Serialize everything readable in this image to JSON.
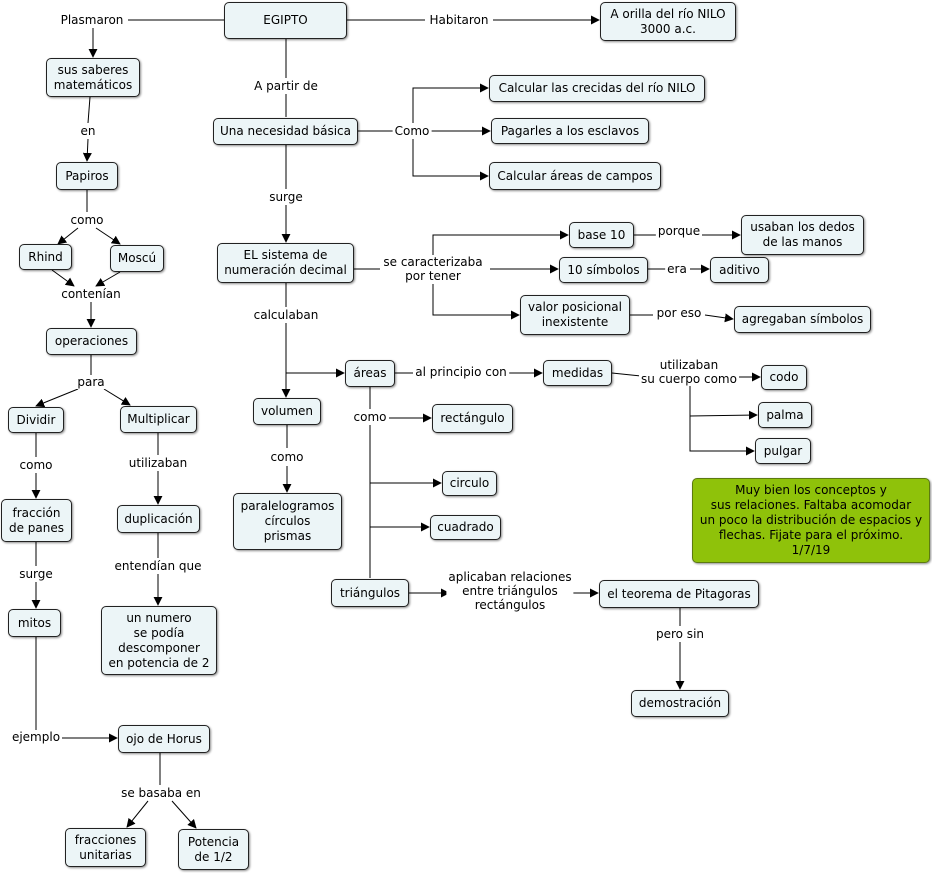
{
  "nodes": {
    "egipto": "EGIPTO",
    "orilla": "A orilla del río NILO\n3000 a.c.",
    "saberes": "sus saberes\nmatemáticos",
    "papiros": "Papiros",
    "rhind": "Rhind",
    "moscu": "Moscú",
    "operaciones": "operaciones",
    "dividir": "Dividir",
    "multiplicar": "Multiplicar",
    "fraccion_panes": "fracción\nde panes",
    "mitos": "mitos",
    "duplicacion": "duplicación",
    "numero": "un numero\nse podía\ndescomponer\nen potencia de 2",
    "ojo_horus": "ojo de Horus",
    "fracciones_unitarias": "fracciones\nunitarias",
    "potencia": "Potencia\nde 1/2",
    "necesidad": "Una necesidad básica",
    "crecidas": "Calcular las crecidas del río NILO",
    "esclavos": "Pagarles a los esclavos",
    "areas_campos": "Calcular áreas de campos",
    "sistema": "EL sistema de\nnumeración decimal",
    "base10": "base 10",
    "dedos": "usaban los dedos\nde las manos",
    "diez_simbolos": "10 símbolos",
    "aditivo": "aditivo",
    "valor_posicional": "valor posicional\ninexistente",
    "agregaban": "agregaban símbolos",
    "volumen": "volumen",
    "paralelogramos": "paralelogramos\ncírculos\nprismas",
    "areas": "áreas",
    "medidas": "medidas",
    "codo": "codo",
    "palma": "palma",
    "pulgar": "pulgar",
    "rectangulo": "rectángulo",
    "circulo": "circulo",
    "cuadrado": "cuadrado",
    "triangulos": "triángulos",
    "pitagoras": "el teorema de Pitagoras",
    "demostracion": "demostración",
    "nota": "Muy bien los conceptos y\nsus relaciones.  Faltaba acomodar\nun poco la distribución de espacios y\nflechas.  Fijate para el próximo.\n1/7/19"
  },
  "links": {
    "plasmaron": "Plasmaron",
    "habitaron": "Habitaron",
    "a_partir_de": "A partir de",
    "en": "en",
    "como_1": "como",
    "contenian": "contenían",
    "para": "para",
    "como_2": "como",
    "utilizaban_1": "utilizaban",
    "surge_1": "surge",
    "entendian": "entendían que",
    "ejemplo": "ejemplo",
    "se_basaba": "se basaba en",
    "como_3": "Como",
    "surge_2": "surge",
    "caracterizaba": "se caracterizaba\npor tener",
    "porque": "porque",
    "era": "era",
    "por_eso": "por eso",
    "calculaban": "calculaban",
    "como_4": "como",
    "al_principio": "al principio con",
    "utilizaban_2": "utilizaban\nsu cuerpo como",
    "como_5": "como",
    "aplicaban": "aplicaban relaciones\nentre triángulos\nrectángulos",
    "pero_sin": "pero sin"
  },
  "colors": {
    "node_fill": "#ecf5f7",
    "note_fill": "#8fc20a",
    "line": "#000000"
  }
}
